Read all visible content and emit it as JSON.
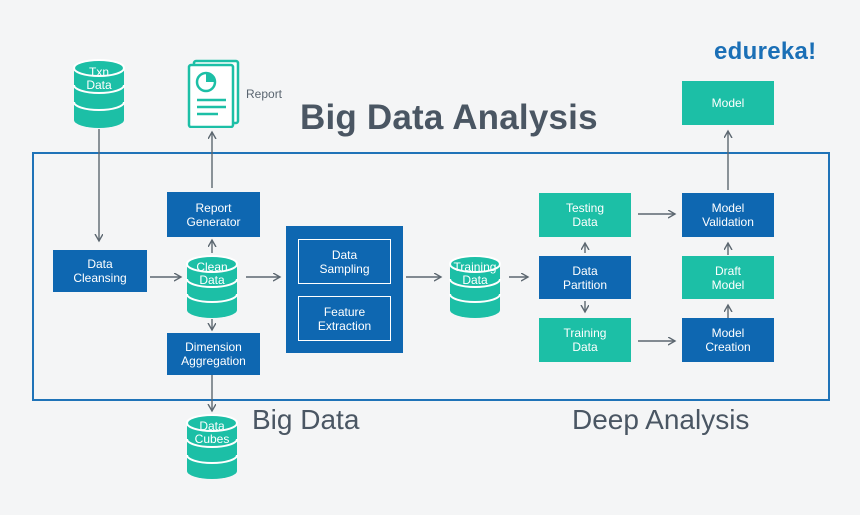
{
  "title": "Big Data Analysis",
  "logo": "edureka!",
  "report_label": "Report",
  "sections": {
    "big_data": "Big Data",
    "deep_analysis": "Deep Analysis"
  },
  "nodes": {
    "txn_data": "Txn\nData",
    "data_cleansing": "Data\nCleansing",
    "clean_data": "Clean\nData",
    "report_generator": "Report\nGenerator",
    "dimension_aggregation": "Dimension\nAggregation",
    "data_cubes": "Data\nCubes",
    "data_sampling": "Data\nSampling",
    "feature_extraction": "Feature\nExtraction",
    "training_data_db": "Training\nData",
    "testing_data": "Testing\nData",
    "data_partition": "Data\nPartition",
    "training_data": "Training\nData",
    "model": "Model",
    "model_validation": "Model\nValidation",
    "draft_model": "Draft\nModel",
    "model_creation": "Model\nCreation"
  },
  "colors": {
    "blue": "#0e67b1",
    "teal": "#1cbfa6",
    "arrow": "#5c6770",
    "frame": "#1f73b8",
    "title": "#4a5663",
    "logo": "#1a6fb6"
  },
  "icons": {
    "report": "report-document-icon"
  }
}
